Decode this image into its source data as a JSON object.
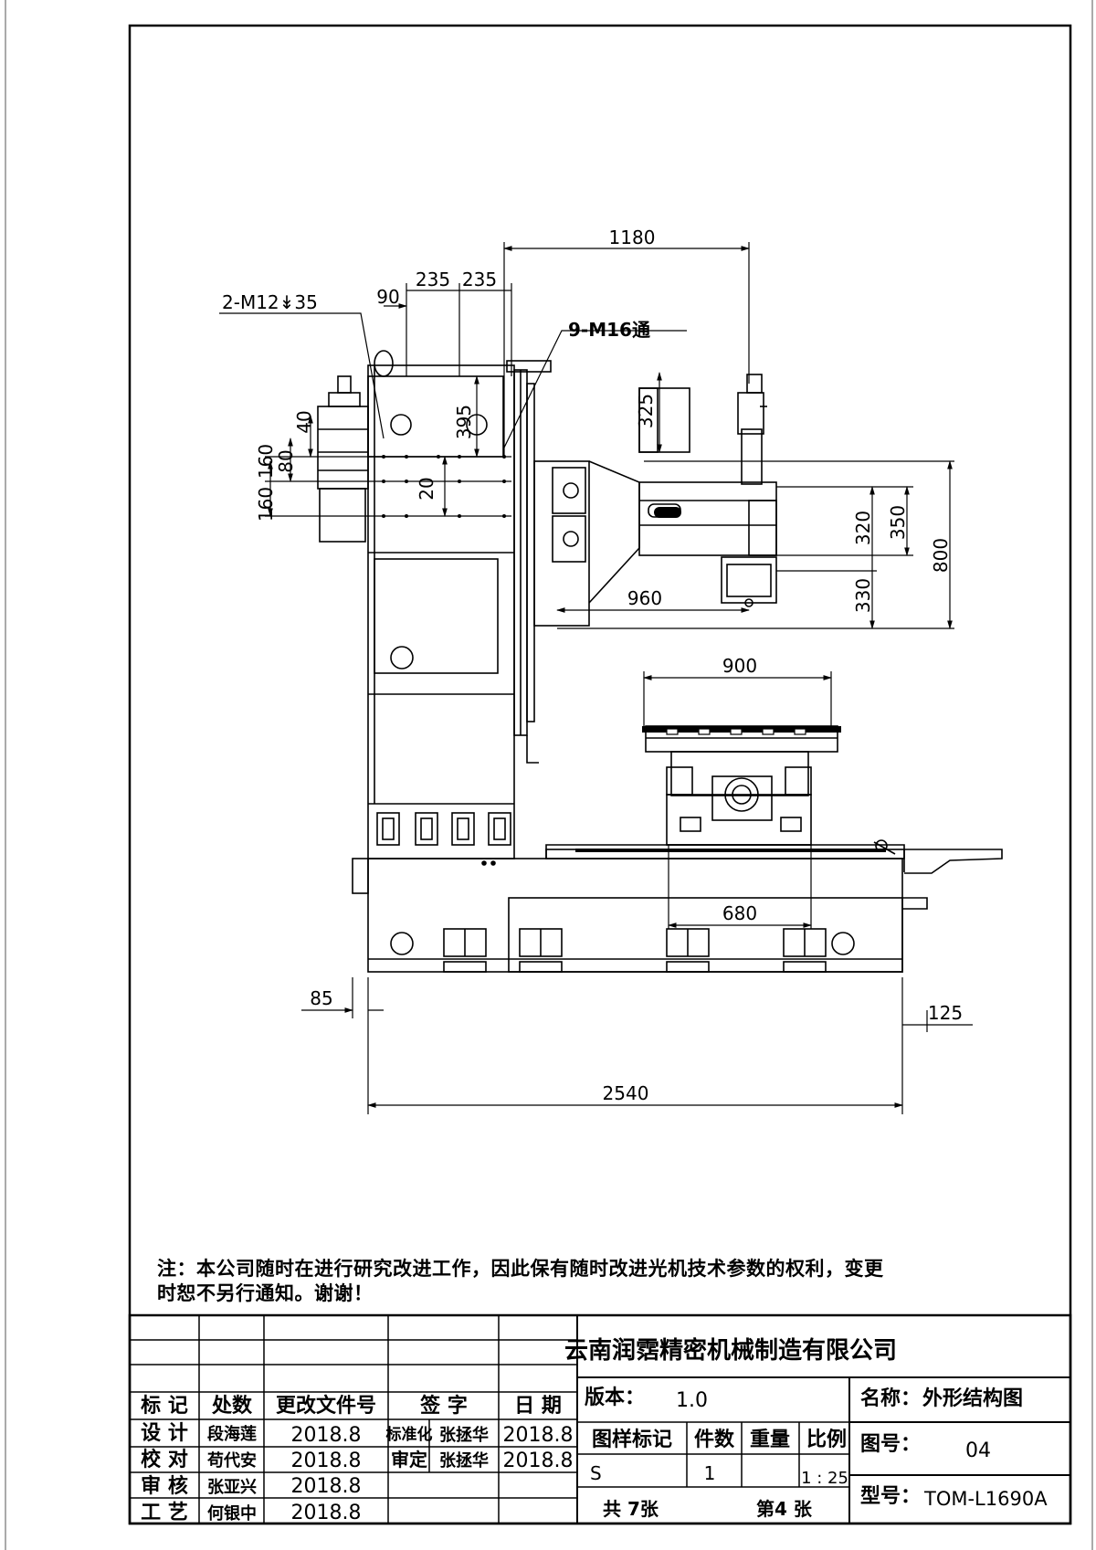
{
  "dimensions": {
    "d1180": "1180",
    "d235a": "235",
    "d235b": "235",
    "d90": "90",
    "thread_a": "2-M12↡35",
    "thread_b": "9-M16通",
    "d395": "395",
    "d325": "325",
    "d40": "40",
    "d80": "80",
    "d160a": "160",
    "d160b": "160",
    "d20": "20",
    "d320": "320",
    "d350": "350",
    "d800": "800",
    "d330": "330",
    "d960": "960",
    "d900": "900",
    "d680": "680",
    "d85": "85",
    "d125": "125",
    "d2540": "2540"
  },
  "note": {
    "line1": "注：本公司随时在进行研究改进工作，因此保有随时改进光机技术参数的权利，变更",
    "line2": "时恕不另行通知。谢谢！"
  },
  "title_block": {
    "company": "云南润霑精密机械制造有限公司",
    "version_label": "版本：",
    "version_value": "1.0",
    "name_label": "名称：",
    "name_value": "外形结构图",
    "header": {
      "mark": "标 记",
      "count": "处数",
      "doc": "更改文件号",
      "sign": "签  字",
      "date": "日  期"
    },
    "rows": [
      {
        "role": "设 计",
        "name": "段海莲",
        "date": "2018.8"
      },
      {
        "role": "校 对",
        "name": "苟代安",
        "date": "2018.8"
      },
      {
        "role": "审 核",
        "name": "张亚兴",
        "date": "2018.8"
      },
      {
        "role": "工 艺",
        "name": "何银中",
        "date": "2018.8"
      }
    ],
    "std_label": "标准化",
    "std_name": "张拯华",
    "std_date": "2018.8",
    "approve_label": "审定",
    "approve_name": "张拯华",
    "approve_date": "2018.8",
    "sample_label": "图样标记",
    "qty_label": "件数",
    "weight_label": "重量",
    "scale_label": "比例",
    "sample_value": "S",
    "qty_value": "1",
    "scale_value": "1 : 25",
    "total_sheets": "共 7张",
    "sheet_no": "第4 张",
    "drawing_no_label": "图号：",
    "drawing_no_value": "04",
    "model_label": "型号：",
    "model_value": "TOM-L1690A"
  }
}
